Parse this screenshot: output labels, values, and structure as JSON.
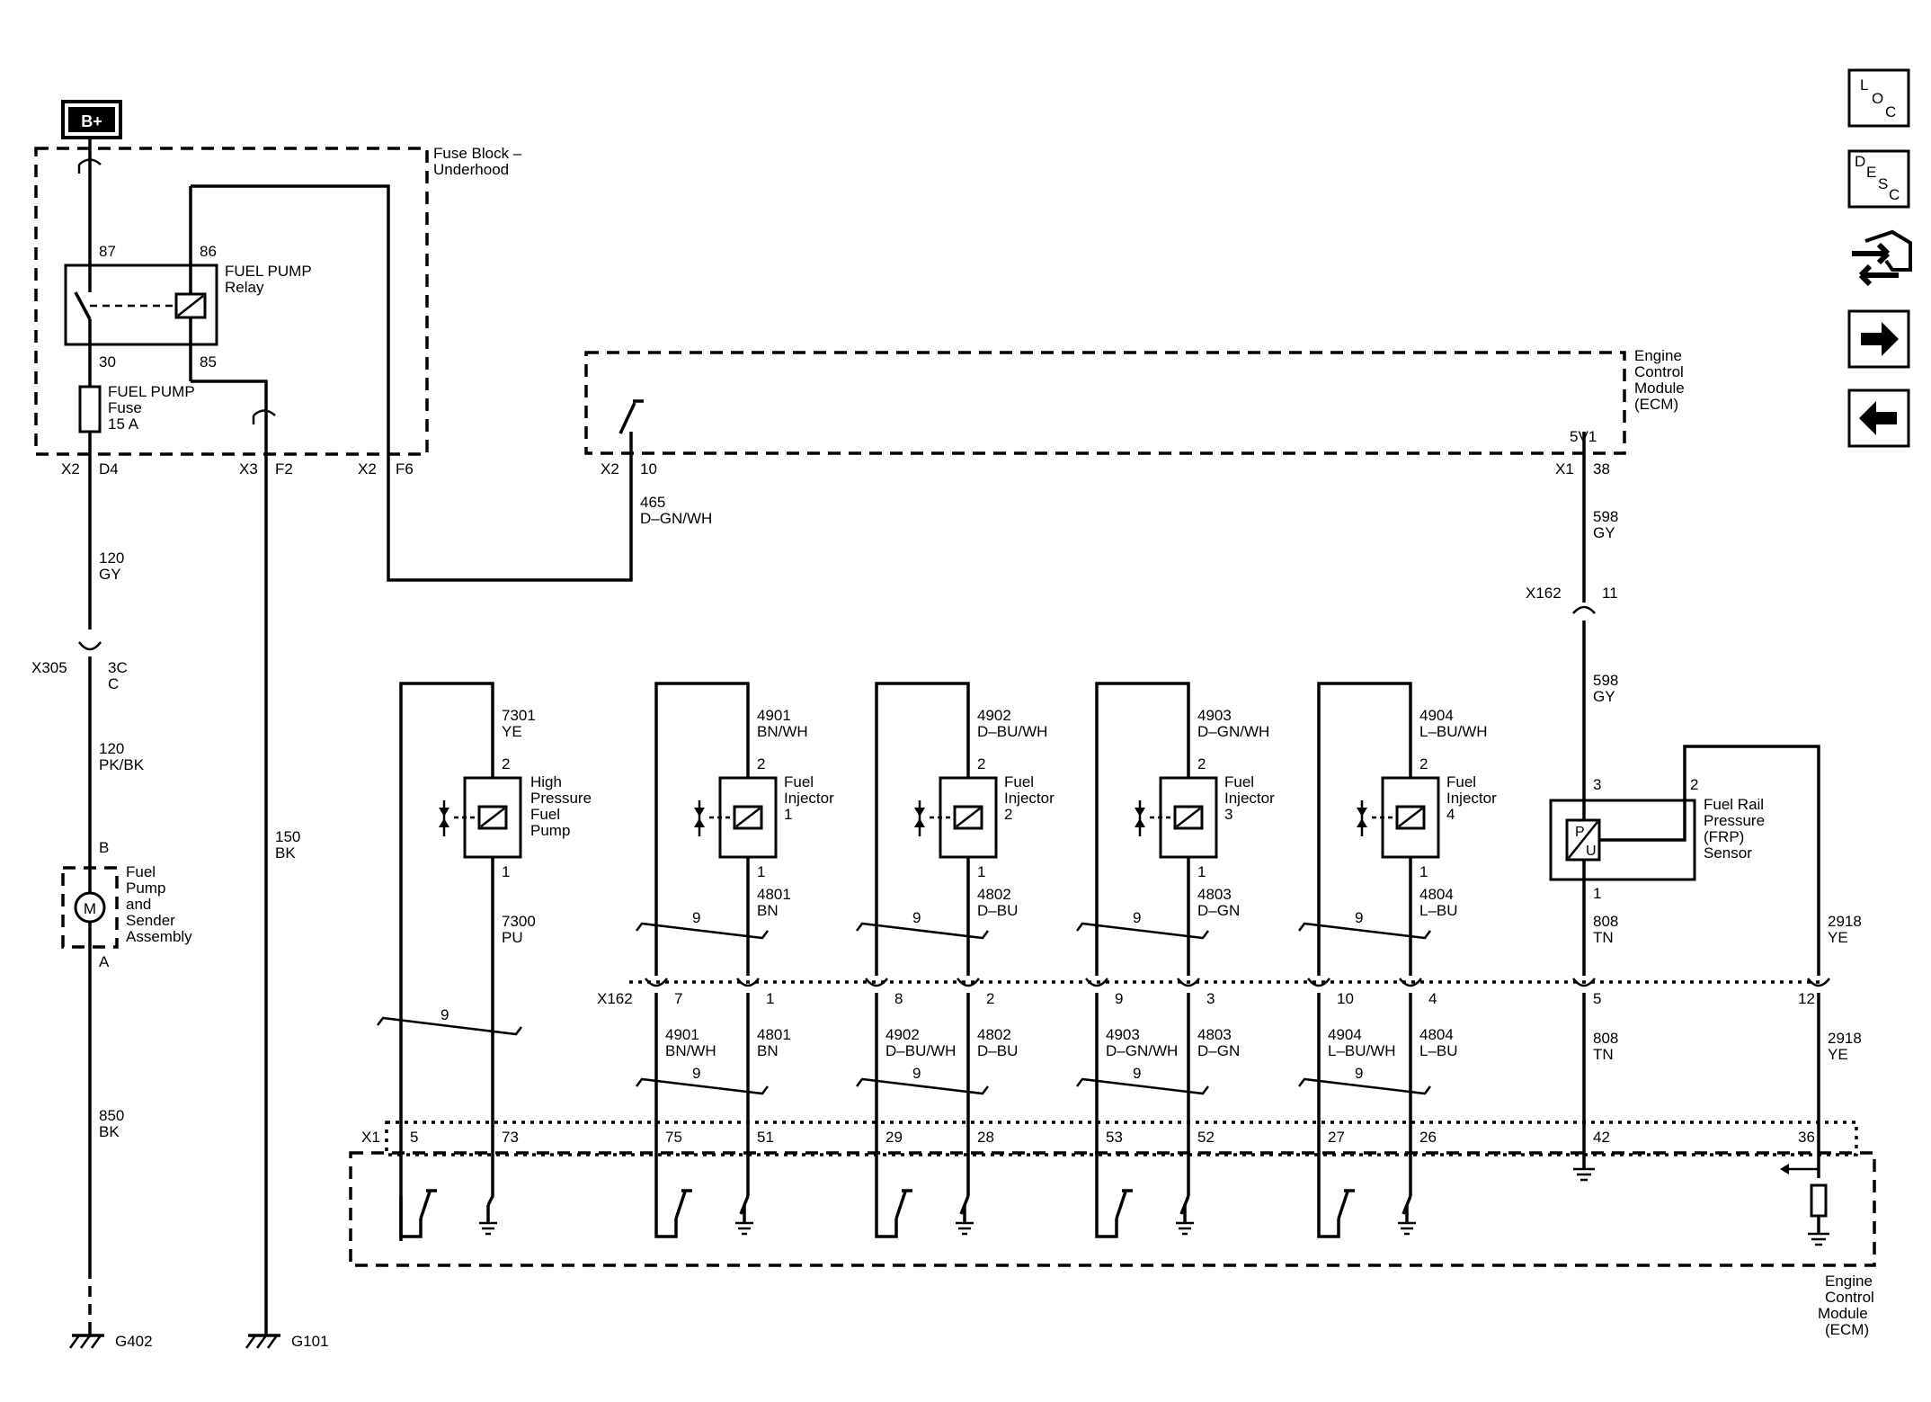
{
  "supply": {
    "label": "B+"
  },
  "fuse_block": {
    "title": [
      "Fuse Block –",
      "Underhood"
    ],
    "relay": {
      "label": [
        "FUEL PUMP",
        "Relay"
      ],
      "pin87": "87",
      "pin86": "86",
      "pin30": "30",
      "pin85": "85"
    },
    "fuse": {
      "label": [
        "FUEL PUMP",
        "Fuse",
        "15 A"
      ]
    },
    "connectors": [
      {
        "conn": "X2",
        "pin": "D4"
      },
      {
        "conn": "X3",
        "pin": "F2"
      },
      {
        "conn": "X2",
        "pin": "F6"
      }
    ]
  },
  "ecm_top": {
    "title": [
      "Engine",
      "Control",
      "Module",
      "(ECM)"
    ],
    "x2": "X2",
    "pin10": "10",
    "ref": "5V1",
    "x1": "X1",
    "pin38": "38"
  },
  "ecm_bottom": {
    "title": [
      "Engine",
      "Control",
      "Module",
      "(ECM)"
    ],
    "x1": "X1",
    "pins": [
      "5",
      "73",
      "75",
      "51",
      "29",
      "28",
      "53",
      "52",
      "27",
      "26",
      "42",
      "36"
    ]
  },
  "wires": {
    "w465": [
      "465",
      "D–GN/WH"
    ],
    "w120gy": [
      "120",
      "GY"
    ],
    "x305": {
      "conn": "X305",
      "pin1": "3C",
      "pin2": "C"
    },
    "w120pk": [
      "120",
      "PK/BK"
    ],
    "w850": [
      "850",
      "BK"
    ],
    "w150": [
      "150",
      "BK"
    ],
    "w598a": [
      "598",
      "GY"
    ],
    "x162top": {
      "conn": "X162",
      "pin": "11"
    },
    "w598b": [
      "598",
      "GY"
    ],
    "w7301": [
      "7301",
      "YE"
    ],
    "w7300": [
      "7300",
      "PU"
    ],
    "w808a": [
      "808",
      "TN"
    ],
    "w808b": [
      "808",
      "TN"
    ],
    "w2918a": [
      "2918",
      "YE"
    ],
    "w2918b": [
      "2918",
      "YE"
    ]
  },
  "fuel_pump_assembly": {
    "pinB": "B",
    "pinA": "A",
    "motor": "M",
    "label": [
      "Fuel",
      "Pump",
      "and",
      "Sender",
      "Assembly"
    ]
  },
  "hp_pump": {
    "label": [
      "High",
      "Pressure",
      "Fuel",
      "Pump"
    ],
    "pin2": "2",
    "pin1": "1",
    "twist": "9"
  },
  "injectors": [
    {
      "label": [
        "Fuel",
        "Injector",
        "1"
      ],
      "wtop": [
        "4901",
        "BN/WH"
      ],
      "wbot": [
        "4801",
        "BN"
      ],
      "p2": "2",
      "p1": "1",
      "tw1": "9",
      "x162a": "7",
      "x162b": "1",
      "lw1": [
        "4901",
        "BN/WH"
      ],
      "lw2": [
        "4801",
        "BN"
      ],
      "tw2": "9"
    },
    {
      "label": [
        "Fuel",
        "Injector",
        "2"
      ],
      "wtop": [
        "4902",
        "D–BU/WH"
      ],
      "wbot": [
        "4802",
        "D–BU"
      ],
      "p2": "2",
      "p1": "1",
      "tw1": "9",
      "x162a": "8",
      "x162b": "2",
      "lw1": [
        "4902",
        "D–BU/WH"
      ],
      "lw2": [
        "4802",
        "D–BU"
      ],
      "tw2": "9"
    },
    {
      "label": [
        "Fuel",
        "Injector",
        "3"
      ],
      "wtop": [
        "4903",
        "D–GN/WH"
      ],
      "wbot": [
        "4803",
        "D–GN"
      ],
      "p2": "2",
      "p1": "1",
      "tw1": "9",
      "x162a": "9",
      "x162b": "3",
      "lw1": [
        "4903",
        "D–GN/WH"
      ],
      "lw2": [
        "4803",
        "D–GN"
      ],
      "tw2": "9"
    },
    {
      "label": [
        "Fuel",
        "Injector",
        "4"
      ],
      "wtop": [
        "4904",
        "L–BU/WH"
      ],
      "wbot": [
        "4804",
        "L–BU"
      ],
      "p2": "2",
      "p1": "1",
      "tw1": "9",
      "x162a": "10",
      "x162b": "4",
      "lw1": [
        "4904",
        "L–BU/WH"
      ],
      "lw2": [
        "4804",
        "L–BU"
      ],
      "tw2": "9"
    }
  ],
  "frp_sensor": {
    "label": [
      "Fuel Rail",
      "Pressure",
      "(FRP)",
      "Sensor"
    ],
    "pin3": "3",
    "pin2": "2",
    "pin1": "1",
    "glyph_p": "P",
    "glyph_u": "U"
  },
  "x162_bottom": {
    "conn": "X162",
    "pin5": "5",
    "pin12": "12"
  },
  "grounds": {
    "g402": "G402",
    "g101": "G101"
  },
  "nav": {
    "loc": [
      "L",
      "O",
      "C"
    ],
    "desc": [
      "D",
      "E",
      "S",
      "C"
    ]
  }
}
